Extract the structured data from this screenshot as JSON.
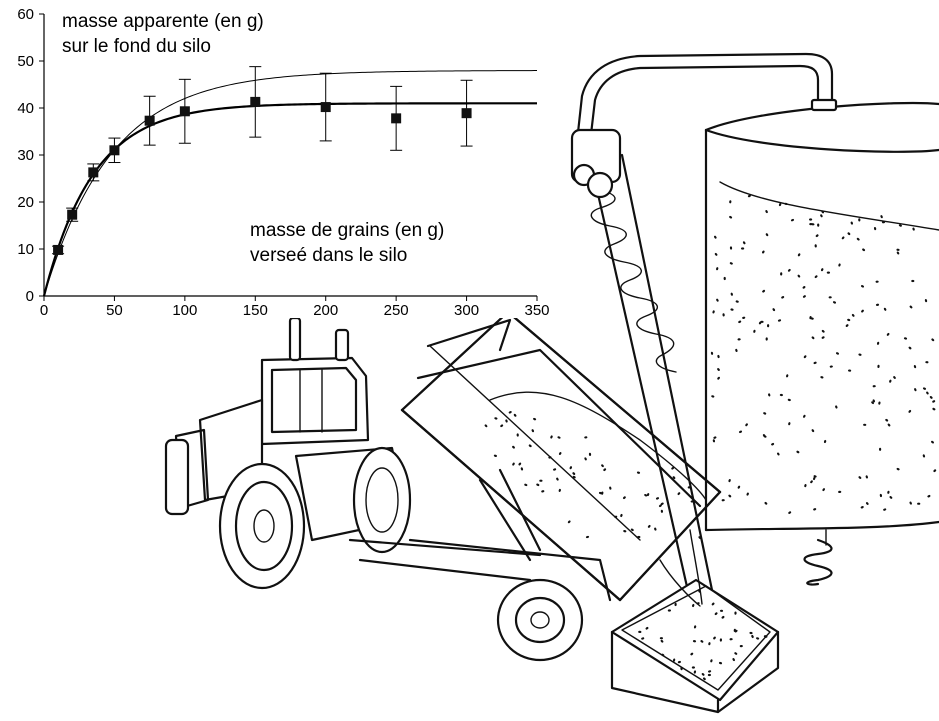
{
  "chart_data": {
    "type": "scatter",
    "x": [
      10,
      20,
      35,
      50,
      75,
      100,
      150,
      200,
      250,
      300
    ],
    "y": [
      9.8,
      17.3,
      26.3,
      31,
      37.3,
      39.3,
      41.3,
      40.2,
      37.8,
      38.9
    ],
    "yerr": [
      0.8,
      1.4,
      1.8,
      2.6,
      5.2,
      6.8,
      7.5,
      7.2,
      6.8,
      7
    ],
    "fits": [
      {
        "kind": "exponential-saturation",
        "asymptote": 41,
        "scale": 35,
        "stroke": "thick"
      },
      {
        "kind": "exponential-saturation",
        "asymptote": 48,
        "scale": 48,
        "stroke": "thin"
      }
    ],
    "xlim": [
      0,
      350
    ],
    "ylim": [
      0,
      60
    ],
    "xticks": [
      0,
      50,
      100,
      150,
      200,
      250,
      300,
      350
    ],
    "yticks": [
      0,
      10,
      20,
      30,
      40,
      50,
      60
    ],
    "ylabel_lines": [
      "masse apparente (en g)",
      "sur le fond du silo"
    ],
    "xlabel_lines": [
      "masse de grains (en g)",
      "verseé dans le silo"
    ],
    "grid": false,
    "marker_color": "#111111",
    "line_color": "#000000"
  },
  "illustration": {
    "subjects": [
      "tractor",
      "tipping-trailer",
      "grain-silo",
      "auger",
      "collection-bin"
    ],
    "style": "black-ink line drawing"
  }
}
